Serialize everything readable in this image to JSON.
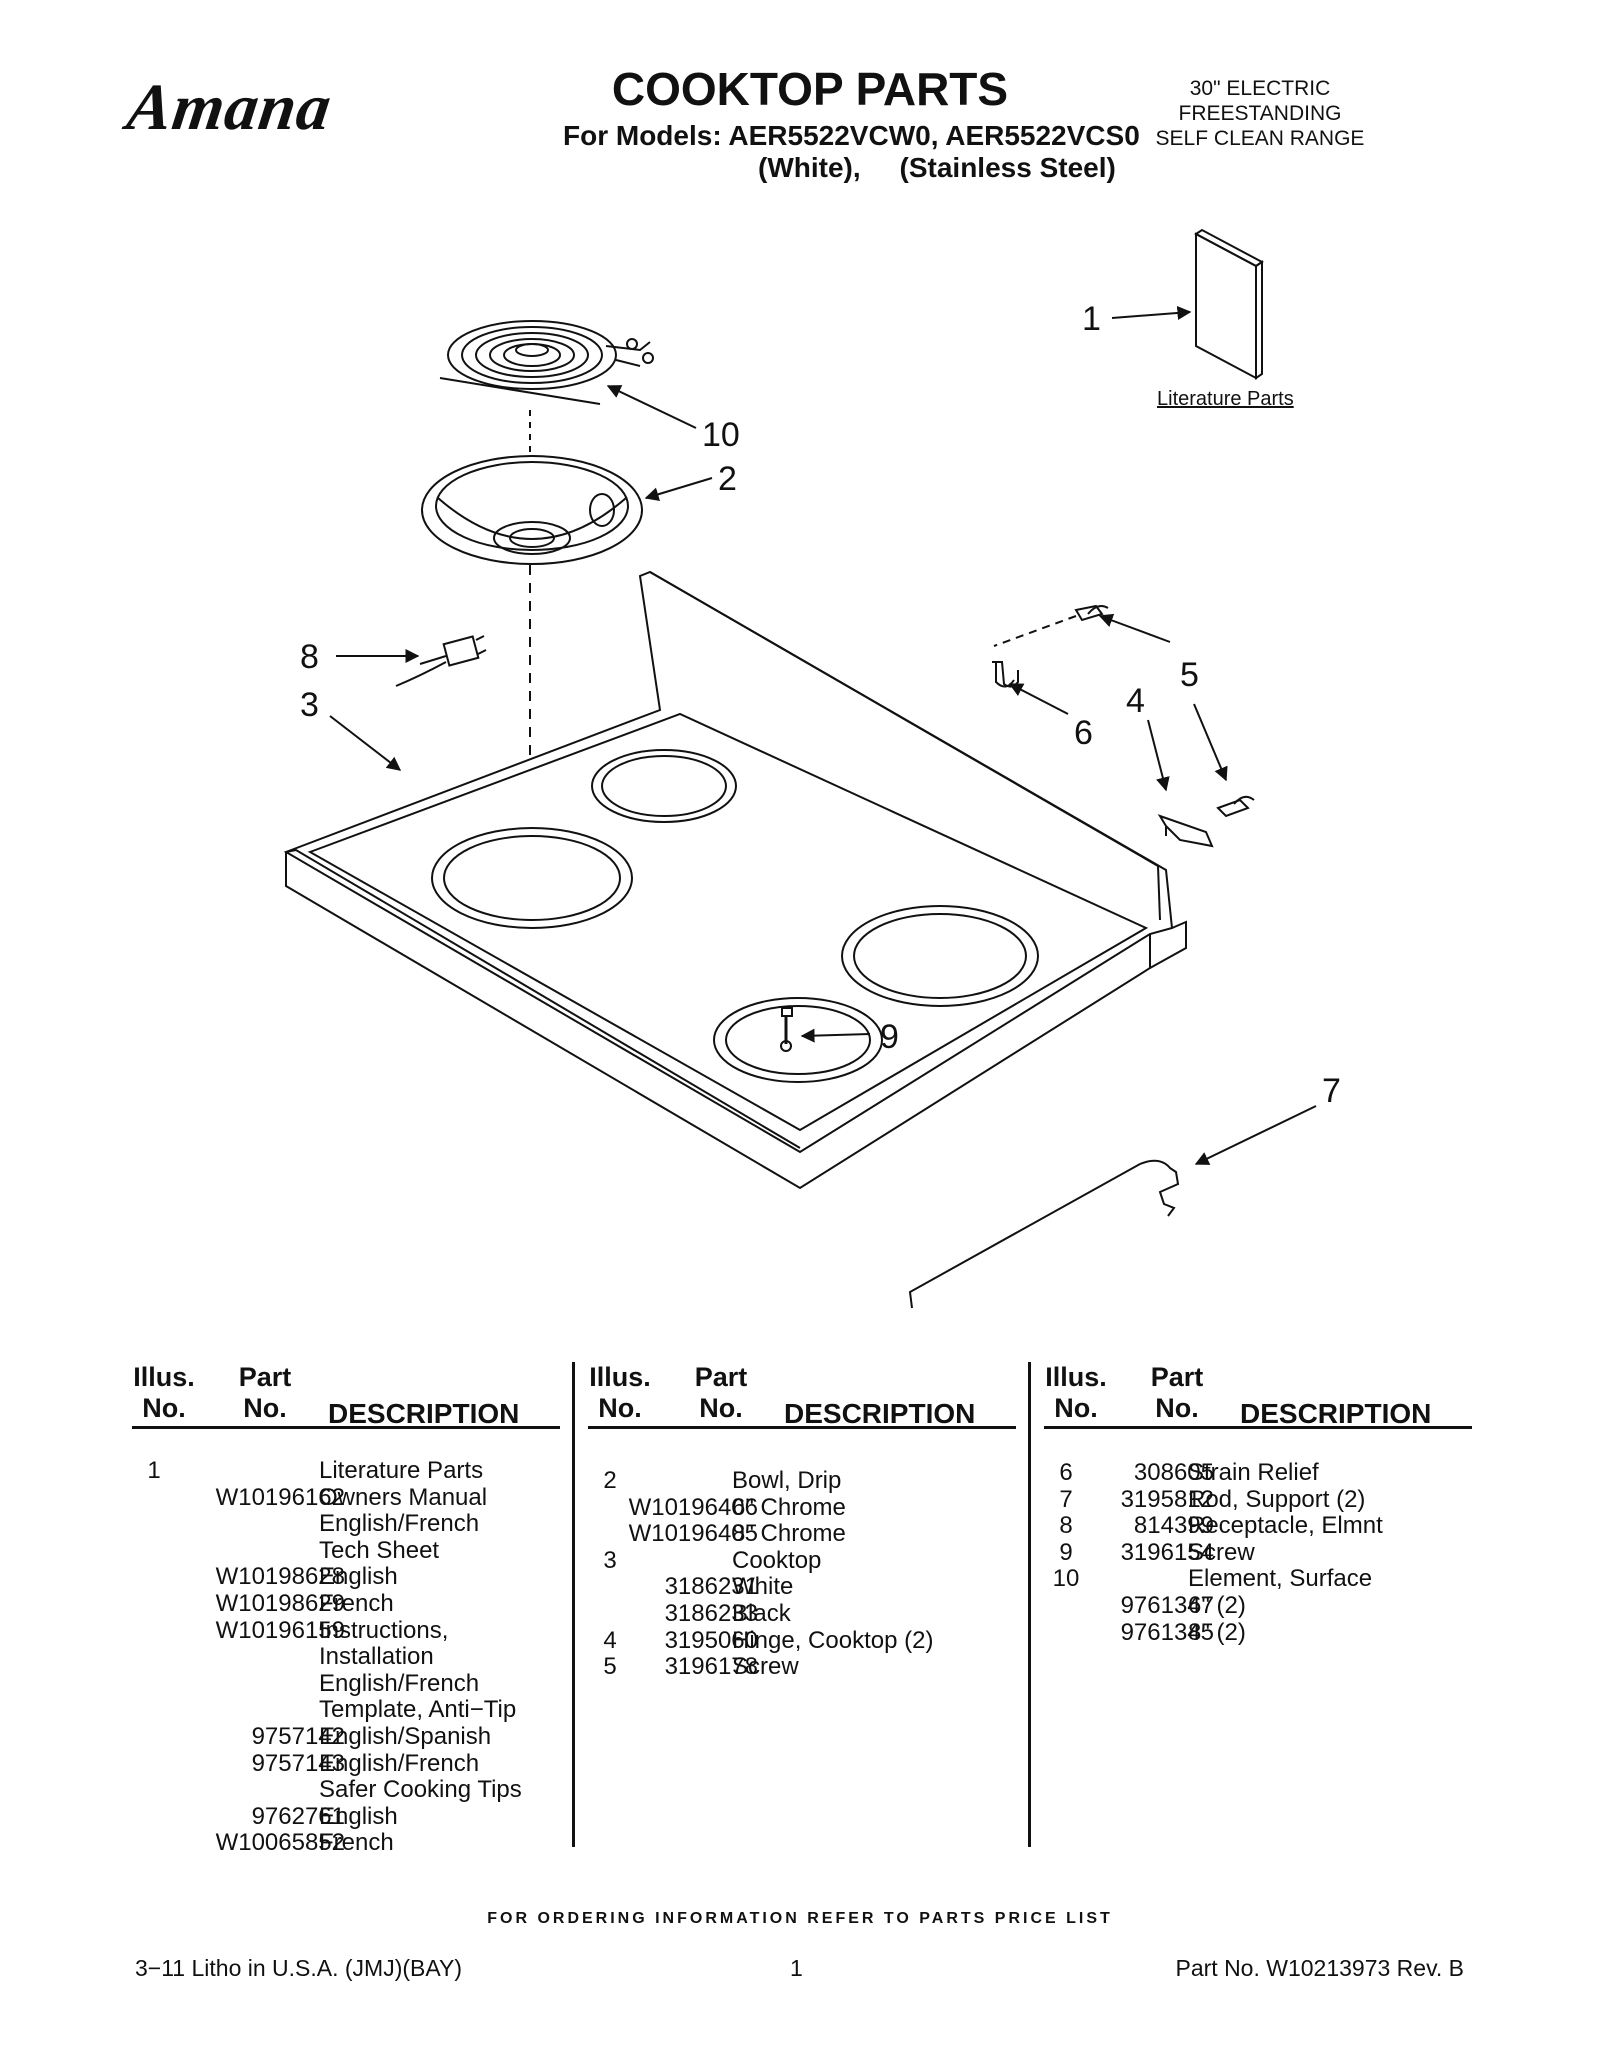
{
  "header": {
    "brand": "Amana",
    "title": "COOKTOP PARTS",
    "models_line": "For Models: AER5522VCW0, AER5522VCS0",
    "variants_line": "(White),     (Stainless Steel)",
    "range_line1": "30\" ELECTRIC FREESTANDING",
    "range_line2": "SELF CLEAN RANGE"
  },
  "diagram": {
    "literature_label": "Literature Parts",
    "callouts": [
      "1",
      "10",
      "2",
      "8",
      "3",
      "6",
      "4",
      "5",
      "9",
      "7"
    ]
  },
  "table": {
    "headers": {
      "illus": "Illus.",
      "illus_no": "No.",
      "part": "Part",
      "part_no": "No.",
      "description": "DESCRIPTION"
    },
    "columns": [
      {
        "rows": [
          {
            "illus": "1",
            "part": "",
            "desc": "Literature Parts"
          },
          {
            "illus": "",
            "part": "W10196162",
            "desc": "Owners Manual"
          },
          {
            "illus": "",
            "part": "",
            "desc": "English/French"
          },
          {
            "illus": "",
            "part": "",
            "desc": "Tech Sheet"
          },
          {
            "illus": "",
            "part": "W10198628",
            "desc": "English"
          },
          {
            "illus": "",
            "part": "W10198629",
            "desc": "French"
          },
          {
            "illus": "",
            "part": "W10196159",
            "desc": "Instructions,"
          },
          {
            "illus": "",
            "part": "",
            "desc": "Installation"
          },
          {
            "illus": "",
            "part": "",
            "desc": "English/French"
          },
          {
            "illus": "",
            "part": "",
            "desc": "Template, Anti−Tip"
          },
          {
            "illus": "",
            "part": "9757142",
            "desc": "English/Spanish"
          },
          {
            "illus": "",
            "part": "9757143",
            "desc": "English/French"
          },
          {
            "illus": "",
            "part": "",
            "desc": "Safer Cooking Tips"
          },
          {
            "illus": "",
            "part": "9762761",
            "desc": "English"
          },
          {
            "illus": "",
            "part": "W10065852",
            "desc": "French"
          }
        ]
      },
      {
        "rows": [
          {
            "illus": "2",
            "part": "",
            "desc": "Bowl, Drip"
          },
          {
            "illus": "",
            "part": "W10196406",
            "desc": "6\" Chrome"
          },
          {
            "illus": "",
            "part": "W10196405",
            "desc": "8\" Chrome"
          },
          {
            "illus": "3",
            "part": "",
            "desc": "Cooktop"
          },
          {
            "illus": "",
            "part": "3186231",
            "desc": "White"
          },
          {
            "illus": "",
            "part": "3186233",
            "desc": "Black"
          },
          {
            "illus": "4",
            "part": "3195060",
            "desc": "Hinge, Cooktop (2)"
          },
          {
            "illus": "5",
            "part": "3196178",
            "desc": "Screw"
          }
        ]
      },
      {
        "rows": [
          {
            "illus": "6",
            "part": "308605",
            "desc": "Strain Relief"
          },
          {
            "illus": "7",
            "part": "3195812",
            "desc": "Rod, Support (2)"
          },
          {
            "illus": "8",
            "part": "814399",
            "desc": "Receptacle, Elmnt"
          },
          {
            "illus": "9",
            "part": "3196154",
            "desc": "Screw"
          },
          {
            "illus": "10",
            "part": "",
            "desc": "Element, Surface"
          },
          {
            "illus": "",
            "part": "9761347",
            "desc": "6\" (2)"
          },
          {
            "illus": "",
            "part": "9761345",
            "desc": "8\" (2)"
          }
        ]
      }
    ]
  },
  "footer": {
    "ordering": "FOR ORDERING INFORMATION REFER TO PARTS PRICE LIST",
    "litho": "3−11 Litho in U.S.A. (JMJ)(BAY)",
    "page": "1",
    "part_no": "Part No. W10213973 Rev. B"
  }
}
